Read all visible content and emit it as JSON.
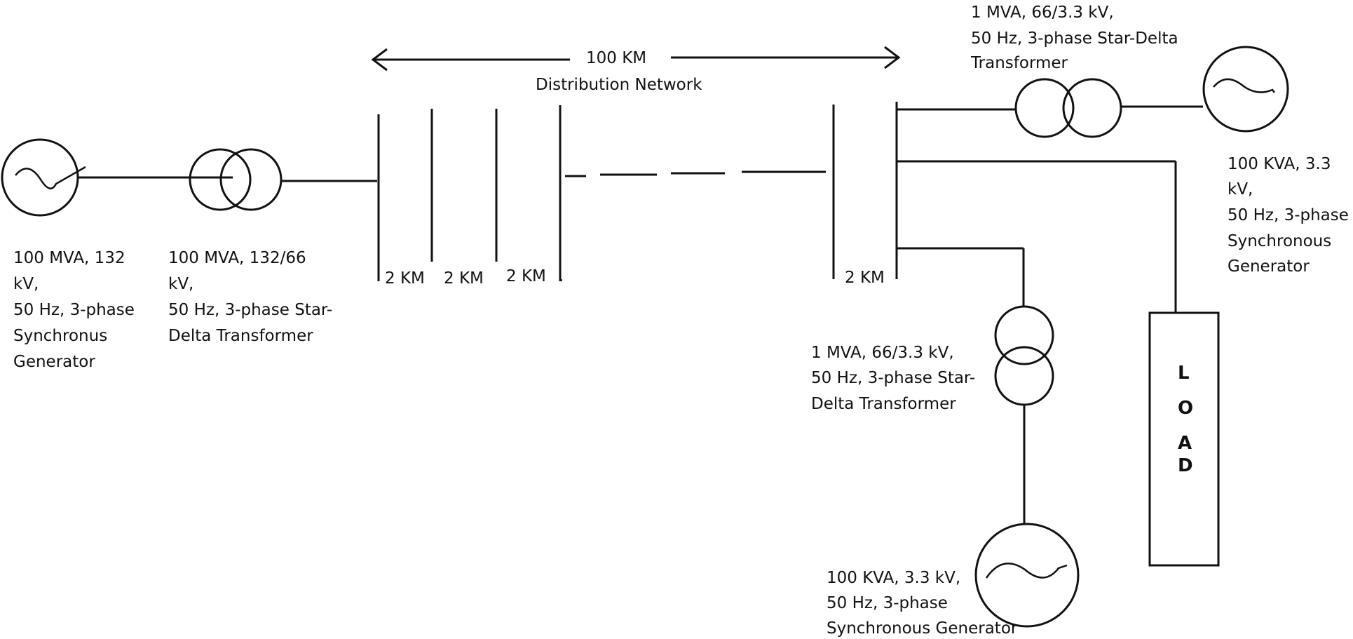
{
  "main_gen": {
    "lines": [
      "100 MVA, 132",
      "kV,",
      "50 Hz, 3-phase",
      "Synchronus",
      "Generator"
    ]
  },
  "main_xfmr": {
    "lines": [
      "100 MVA, 132/66",
      "kV,",
      "50 Hz, 3-phase Star-",
      "Delta Transformer"
    ]
  },
  "distance": {
    "label": "100 KM",
    "caption": "Distribution Network"
  },
  "segments": [
    "2 KM",
    "2 KM",
    "2 KM",
    ".",
    "2 KM"
  ],
  "top_xfmr": {
    "lines": [
      "1 MVA, 66/3.3 kV,",
      "50 Hz, 3-phase Star-Delta",
      "Transformer"
    ]
  },
  "top_gen": {
    "lines": [
      "100 KVA, 3.3",
      "kV,",
      "50 Hz, 3-phase",
      "Synchronous",
      "Generator"
    ]
  },
  "bottom_xfmr": {
    "lines": [
      "1 MVA, 66/3.3 kV,",
      "50 Hz, 3-phase Star-",
      "Delta Transformer"
    ]
  },
  "bottom_gen": {
    "lines": [
      "100 KVA, 3.3 kV,",
      "50 Hz, 3-phase",
      "Synchronous Generator"
    ]
  },
  "load": {
    "letters": [
      "L",
      "O",
      "A",
      "D"
    ]
  }
}
